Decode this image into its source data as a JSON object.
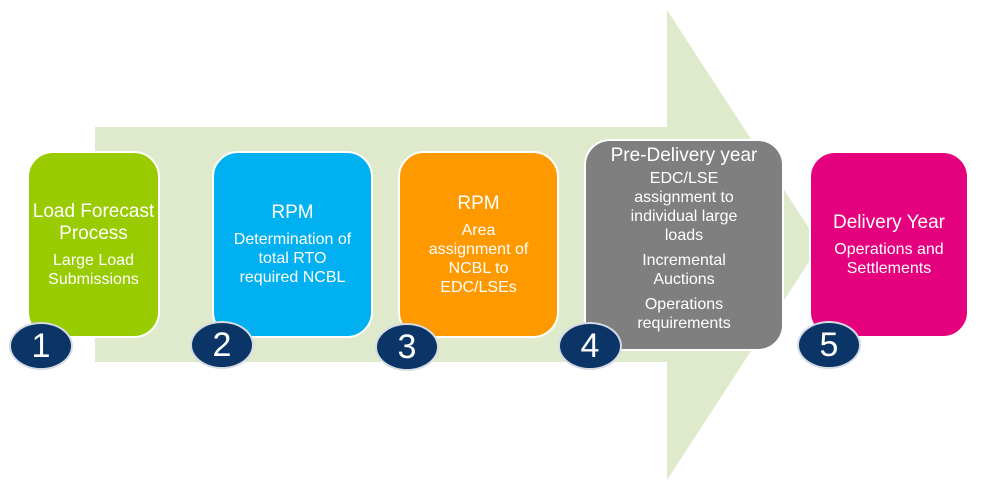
{
  "colors": {
    "arrow": "#dfeacc",
    "step1": "#99cc00",
    "step2": "#00b0f0",
    "step3": "#ff9900",
    "step4": "#7f7f7f",
    "step5": "#e5007e",
    "badge": "#0b3566"
  },
  "steps": [
    {
      "number": "1",
      "title": "Load Forecast Process",
      "details": [
        "Large Load Submissions"
      ]
    },
    {
      "number": "2",
      "title": "RPM",
      "details": [
        "Determination of total RTO required NCBL"
      ]
    },
    {
      "number": "3",
      "title": "RPM",
      "details": [
        "Area assignment of NCBL to EDC/LSEs"
      ]
    },
    {
      "number": "4",
      "title": "Pre-Delivery year",
      "details": [
        "EDC/LSE assignment to individual large loads",
        "Incremental Auctions",
        "Operations requirements"
      ]
    },
    {
      "number": "5",
      "title": "Delivery Year",
      "details": [
        "Operations and Settlements"
      ]
    }
  ]
}
